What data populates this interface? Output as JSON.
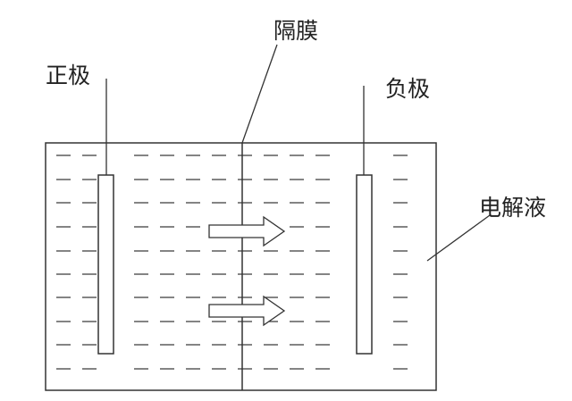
{
  "labels": {
    "positive_electrode": "正极",
    "separator": "隔膜",
    "negative_electrode": "负极",
    "electrolyte": "电解液"
  },
  "colors": {
    "line": "#333333",
    "background": "#ffffff"
  },
  "arrows": {
    "count": 2,
    "direction": "right"
  }
}
